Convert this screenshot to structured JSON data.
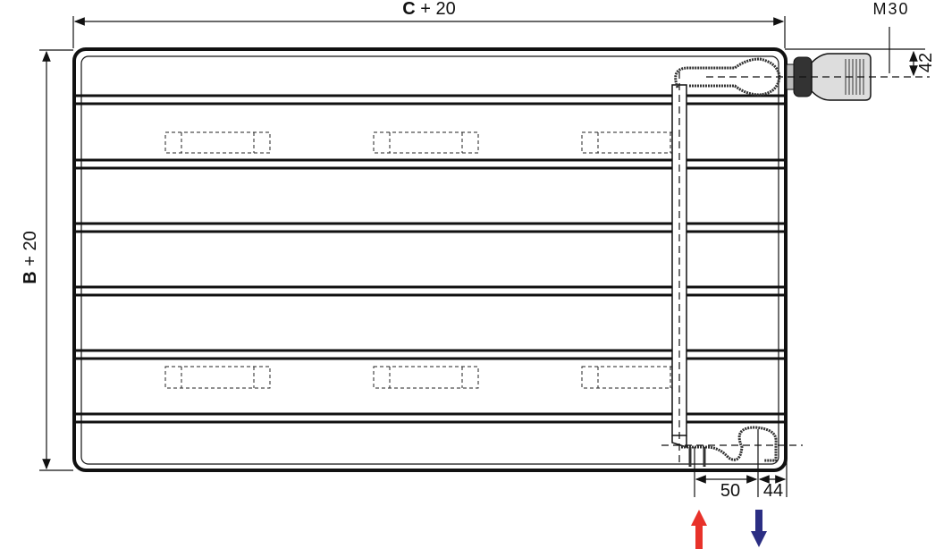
{
  "title": "Radiator dimension drawing",
  "dimensions": {
    "width_label_bold": "C",
    "width_label_rest": " + 20",
    "height_label_bold": "B",
    "height_label_rest": " + 20",
    "thread": "M30",
    "valve_offset": "42",
    "connection_spacing": "50",
    "edge_offset": "44"
  },
  "colors": {
    "flow": "#e8322a",
    "return": "#2b2e83",
    "line": "#111111"
  },
  "icons": {
    "flow": "arrow-up-icon",
    "return": "arrow-down-icon"
  }
}
